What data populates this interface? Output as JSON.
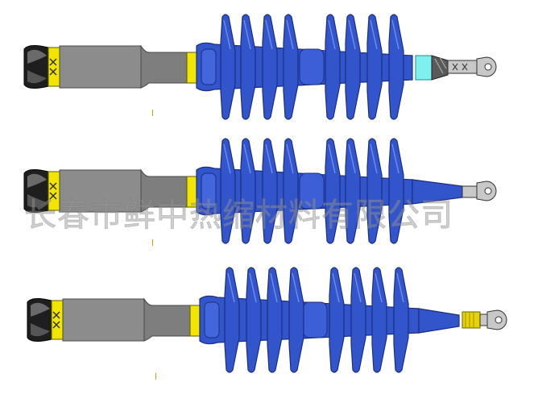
{
  "watermark": {
    "text": "长春市鲜中热缩材料有限公司"
  },
  "colors": {
    "insulator_blue": "#3355cc",
    "insulator_outline": "#1a2e80",
    "sleeve_gray": "#8c8c8c",
    "sleeve_outline": "#4a4a4a",
    "cable_black": "#1e1e1e",
    "tape_yellow": "#f2e600",
    "seal_cyan": "#7ff0f0",
    "lug_gray": "#c8c8c8"
  },
  "terminations": [
    {
      "name": "termination-top",
      "end_type": "stress-cone-with-cyan-seal"
    },
    {
      "name": "termination-middle",
      "end_type": "tapered-blue-boot"
    },
    {
      "name": "termination-bottom",
      "end_type": "tapered-blue-boot-with-yellow-tape"
    }
  ]
}
